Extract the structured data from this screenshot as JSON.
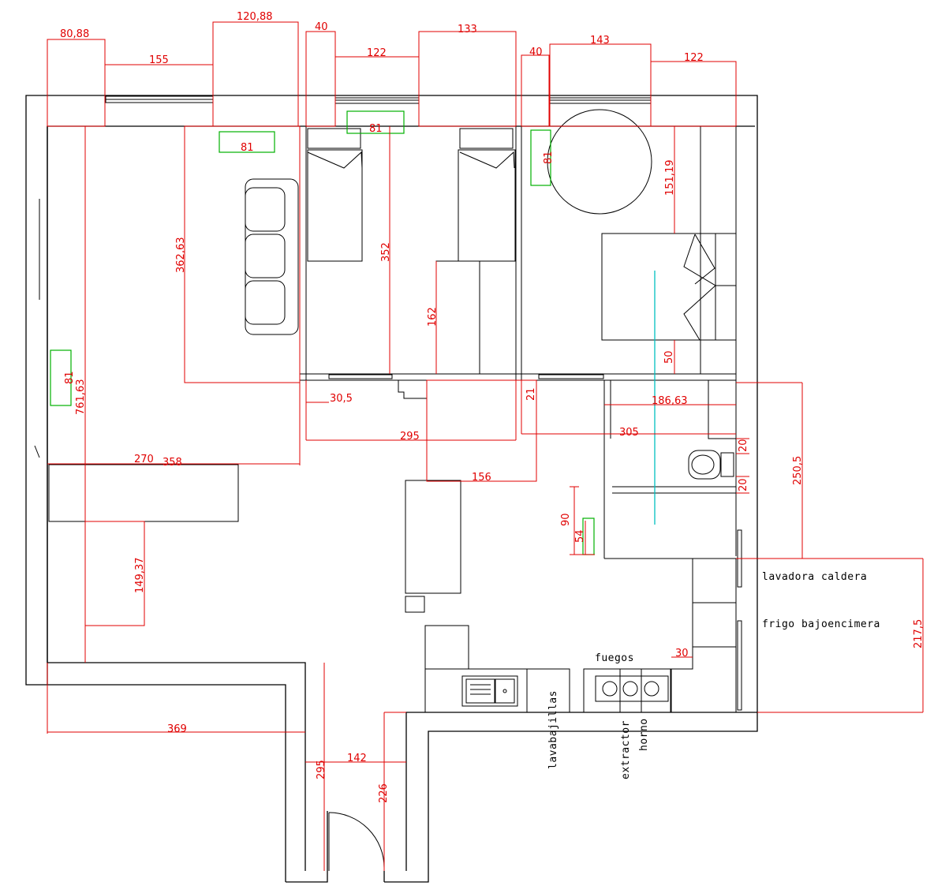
{
  "dimensions": {
    "d1": "80,88",
    "d2": "120,88",
    "d3": "40",
    "d4": "133",
    "d5": "40",
    "d6": "143",
    "d7": "155",
    "d8": "122",
    "d9": "122",
    "d10": "81",
    "d11": "81",
    "d12": "81",
    "d13": "151,19",
    "d14": "362,63",
    "d15": "352",
    "d16": "162",
    "d17": "50",
    "d18": "30,5",
    "d19": "21",
    "d20": "186,63",
    "d21": "81",
    "d22": "761,63",
    "d23": "295",
    "d24": "305",
    "d25": "270",
    "d26": "358",
    "d27": "156",
    "d28": "250,5",
    "d29": "20",
    "d30": "20",
    "d31": "90",
    "d32": "54",
    "d33": "149,37",
    "d34": "217,5",
    "d35": "30",
    "d36": "369",
    "d37": "295",
    "d38": "142",
    "d39": "226"
  },
  "labels": {
    "lavadora": "lavadora caldera",
    "frigo": "frigo bajoencimera",
    "fuegos": "fuegos",
    "lavavajillas": "lavabajillas",
    "extractor": "extractor",
    "horno": "horno"
  }
}
